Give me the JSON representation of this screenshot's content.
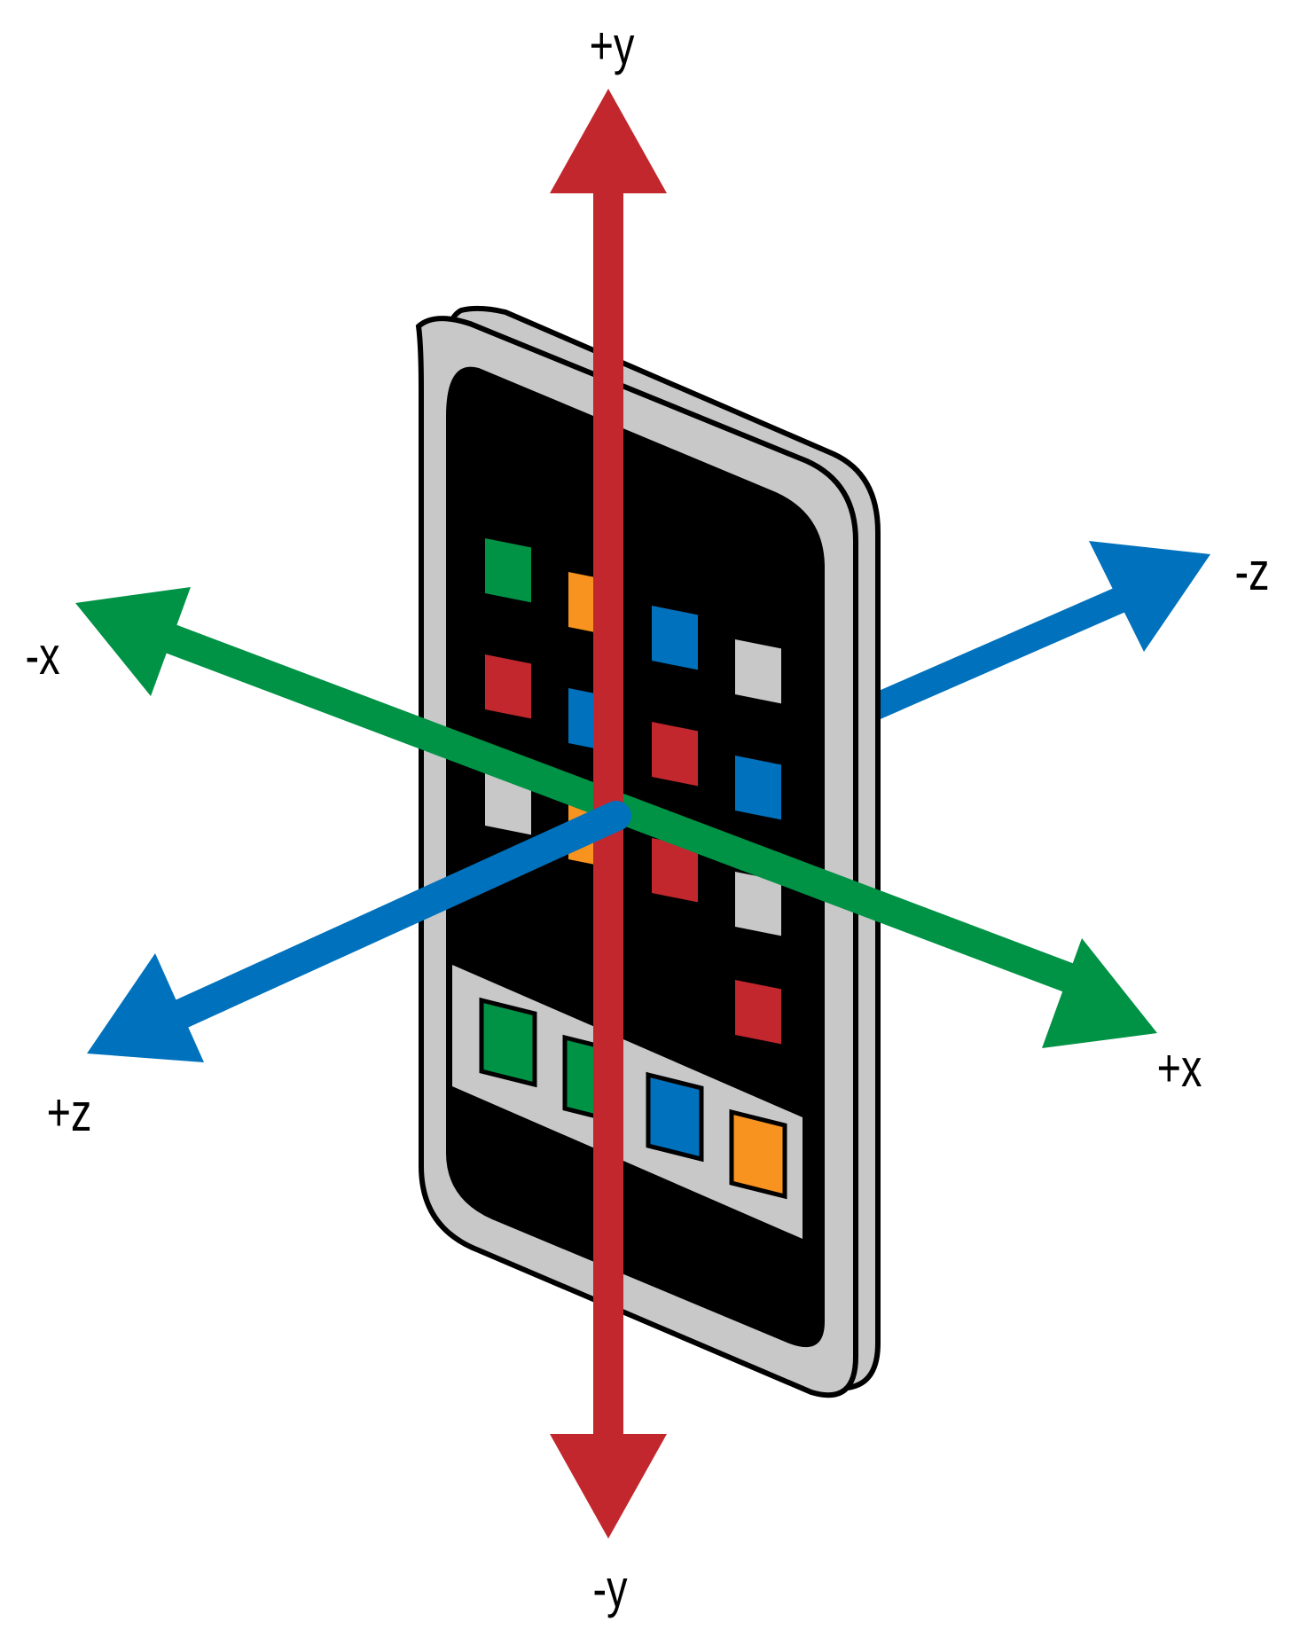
{
  "colors": {
    "y_axis": "#c1272d",
    "x_axis": "#009245",
    "z_axis": "#0071bc",
    "device_body": "#c8c8c8",
    "device_outline": "#000000",
    "screen": "#000000",
    "icon_green": "#009245",
    "icon_orange": "#f7931e",
    "icon_blue": "#0071bc",
    "icon_red": "#c1272d",
    "icon_gray": "#c8c8c8",
    "background": "#ffffff"
  },
  "labels": {
    "y_pos": "+y",
    "y_neg": "-y",
    "x_neg": "-x",
    "x_pos": "+x",
    "z_neg": "-z",
    "z_pos": "+z"
  },
  "screen_icon_colors": [
    "green",
    "orange",
    "blue",
    "gray",
    "red",
    "blue",
    "red",
    "blue",
    "gray",
    "orange",
    "red",
    "gray",
    "red"
  ],
  "dock_icon_colors": [
    "green",
    "green",
    "blue",
    "orange"
  ]
}
